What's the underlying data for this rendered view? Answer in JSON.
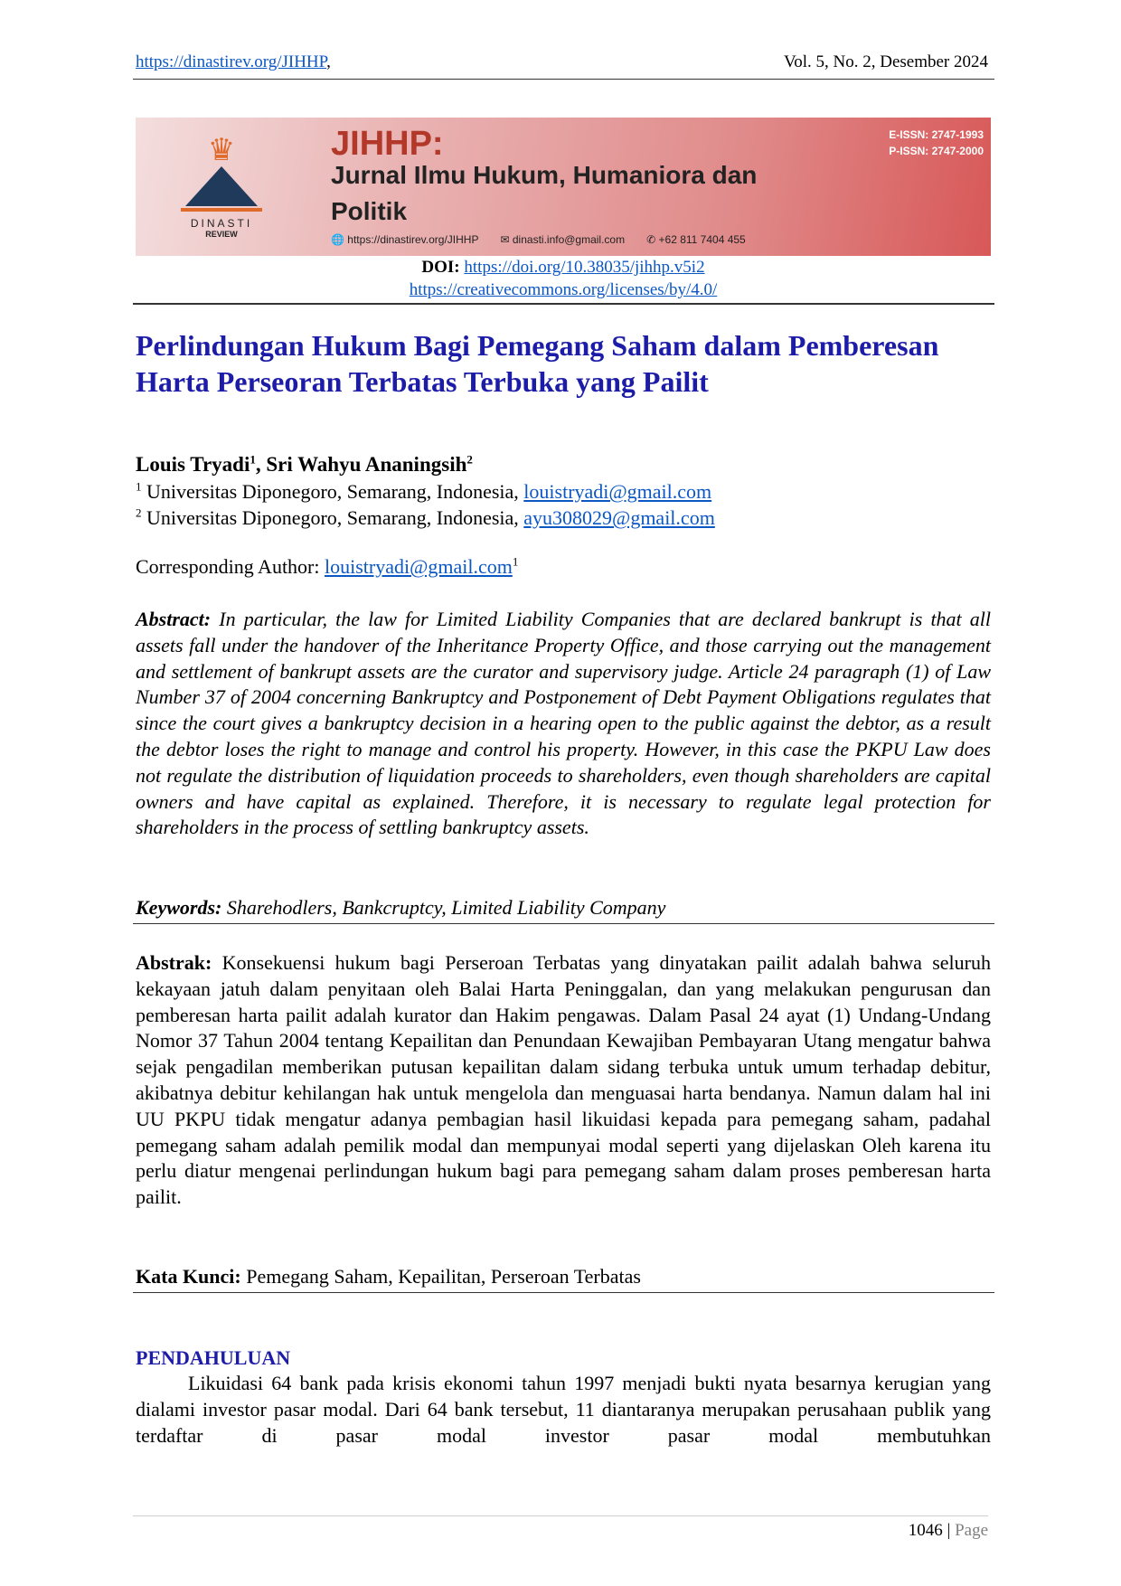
{
  "header": {
    "url": "https://dinastirev.org/JIHHP",
    "url_suffix": ",",
    "volume": "Vol. 5, No. 2, Desember 2024"
  },
  "banner": {
    "logo_name": "DINASTI",
    "logo_sub": "REVIEW",
    "journal_abbr": "JIHHP:",
    "journal_name_1": "Jurnal Ilmu Hukum, Humaniora dan",
    "journal_name_2": "Politik",
    "website": "https://dinastirev.org/JIHHP",
    "email": "dinasti.info@gmail.com",
    "phone": "+62 811 7404 455",
    "eissn": "E-ISSN: 2747-1993",
    "pissn": "P-ISSN: 2747-2000"
  },
  "doi": {
    "label": "DOI:",
    "link": "https://doi.org/10.38035/jihhp.v5i2",
    "license": "https://creativecommons.org/licenses/by/4.0/"
  },
  "title_line1": "Perlindungan Hukum Bagi Pemegang Saham dalam Pemberesan",
  "title_line2": "Harta Perseoran Terbatas Terbuka yang Pailit",
  "authors": [
    {
      "name": "Louis Tryadi",
      "sup": "1"
    },
    {
      "name": "Sri Wahyu Ananingsih",
      "sup": "2"
    }
  ],
  "affiliations": [
    {
      "sup": "1",
      "text": "Universitas Diponegoro, Semarang, Indonesia,",
      "email": "louistryadi@gmail.com"
    },
    {
      "sup": "2",
      "text": "Universitas Diponegoro, Semarang, Indonesia,",
      "email": "ayu308029@gmail.com"
    }
  ],
  "corresponding": {
    "label": "Corresponding Author:",
    "email": "louistryadi@gmail.com",
    "sup": "1"
  },
  "abstract": {
    "label": "Abstract:",
    "text": "In particular, the law for Limited Liability Companies that are declared bankrupt is that all assets fall under the handover of the Inheritance Property Office, and those carrying out the management and settlement of bankrupt assets are the curator and supervisory judge. Article 24 paragraph (1) of Law Number 37 of 2004 concerning Bankruptcy and Postponement of Debt Payment Obligations regulates that since the court gives a bankruptcy decision in a hearing open to the public against the debtor, as a result the debtor loses the right to manage and control his property. However, in this case the PKPU Law does not regulate the distribution of liquidation proceeds to shareholders, even though shareholders are capital owners and have capital as explained. Therefore, it is necessary to regulate legal protection for shareholders in the process of settling bankruptcy assets."
  },
  "keywords": {
    "label": "Keywords:",
    "text": "Sharehodlers, Bankcruptcy, Limited Liability Company"
  },
  "abstrak": {
    "label": "Abstrak:",
    "text": "Konsekuensi hukum bagi Perseroan Terbatas yang dinyatakan pailit adalah bahwa seluruh kekayaan jatuh dalam penyitaan oleh Balai Harta Peninggalan, dan yang melakukan pengurusan dan pemberesan harta pailit adalah kurator dan Hakim pengawas. Dalam Pasal 24 ayat (1) Undang-Undang Nomor 37 Tahun 2004 tentang Kepailitan dan Penundaan Kewajiban Pembayaran Utang mengatur bahwa sejak pengadilan memberikan putusan kepailitan dalam sidang terbuka untuk umum terhadap debitur, akibatnya debitur kehilangan hak untuk mengelola dan menguasai harta bendanya. Namun dalam hal ini UU PKPU tidak mengatur adanya pembagian hasil likuidasi kepada para pemegang saham, padahal pemegang saham adalah pemilik modal dan mempunyai modal seperti yang dijelaskan Oleh karena itu perlu diatur mengenai perlindungan hukum bagi para pemegang saham dalam proses pemberesan harta pailit."
  },
  "kata_kunci": {
    "label": "Kata Kunci:",
    "text": "Pemegang Saham, Kepailitan, Perseroan Terbatas"
  },
  "section_heading": "PENDAHULUAN",
  "intro_text": "Likuidasi 64 bank pada krisis ekonomi tahun 1997 menjadi bukti nyata besarnya kerugian yang dialami investor pasar modal. Dari 64 bank tersebut, 11 diantaranya merupakan perusahaan publik yang terdaftar di pasar modal investor pasar modal membutuhkan",
  "footer": {
    "page_number": "1046",
    "separator": "|",
    "page_label": "Page"
  }
}
